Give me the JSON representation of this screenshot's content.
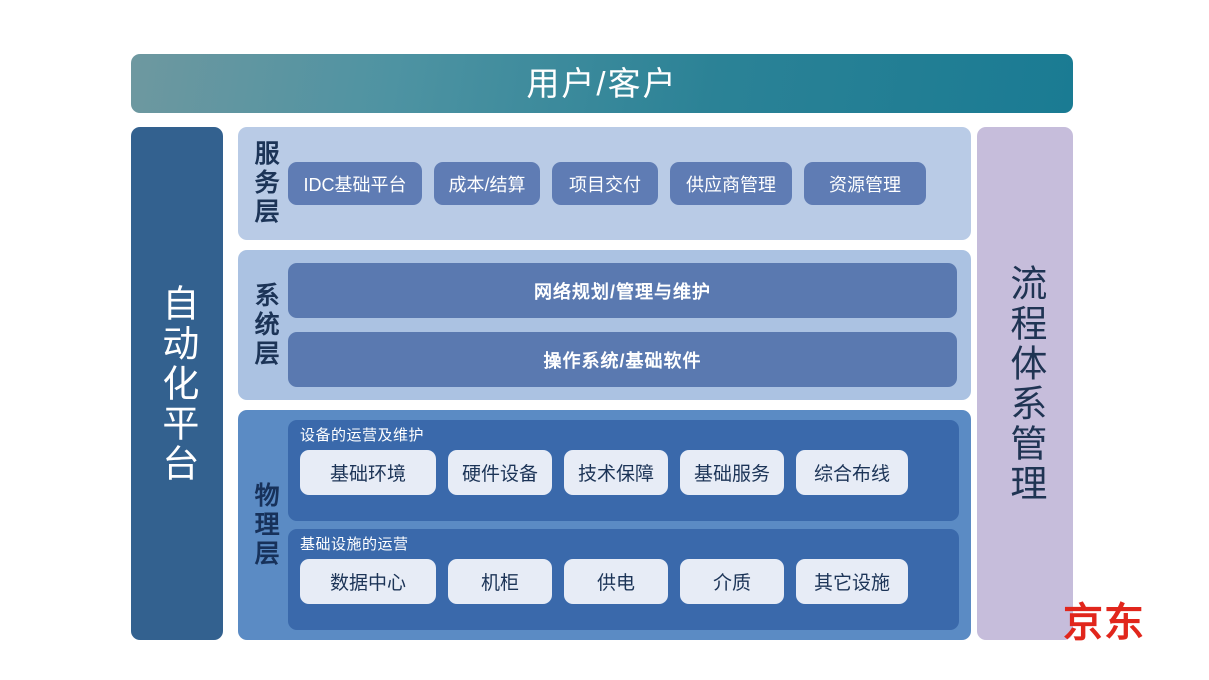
{
  "header": {
    "title": "用户/客户"
  },
  "left_rail": {
    "label": "自动化平台"
  },
  "right_rail": {
    "label": "流程体系管理"
  },
  "layers": [
    {
      "id": "service",
      "label": "服务层",
      "items": [
        "IDC基础平台",
        "成本/结算",
        "项目交付",
        "供应商管理",
        "资源管理"
      ]
    },
    {
      "id": "system",
      "label": "系统层",
      "bars": [
        "网络规划/管理与维护",
        "操作系统/基础软件"
      ]
    },
    {
      "id": "physical",
      "label": "物理层",
      "subsections": [
        {
          "title": "设备的运营及维护",
          "items": [
            "基础环境",
            "硬件设备",
            "技术保障",
            "基础服务",
            "综合布线"
          ]
        },
        {
          "title": "基础设施的运营",
          "items": [
            "数据中心",
            "机柜",
            "供电",
            "介质",
            "其它设施"
          ]
        }
      ]
    }
  ],
  "logo": {
    "text": "京东"
  },
  "colors": {
    "header_gradient_start": "#6e98a0",
    "header_gradient_end": "#1a7b93",
    "left_rail_bg": "#33618f",
    "right_rail_bg": "#c6bddb",
    "service_layer_bg": "#b9cbe6",
    "service_pill_bg": "#5f7cb4",
    "system_layer_bg": "#abc2e2",
    "system_bar_bg": "#5a79b0",
    "physical_layer_bg": "#5b8bc4",
    "physical_subsection_bg": "#3a69ab",
    "physical_pill_bg": "#e7ecf6",
    "navy_text": "#1c3457",
    "logo_red": "#e1261c"
  }
}
